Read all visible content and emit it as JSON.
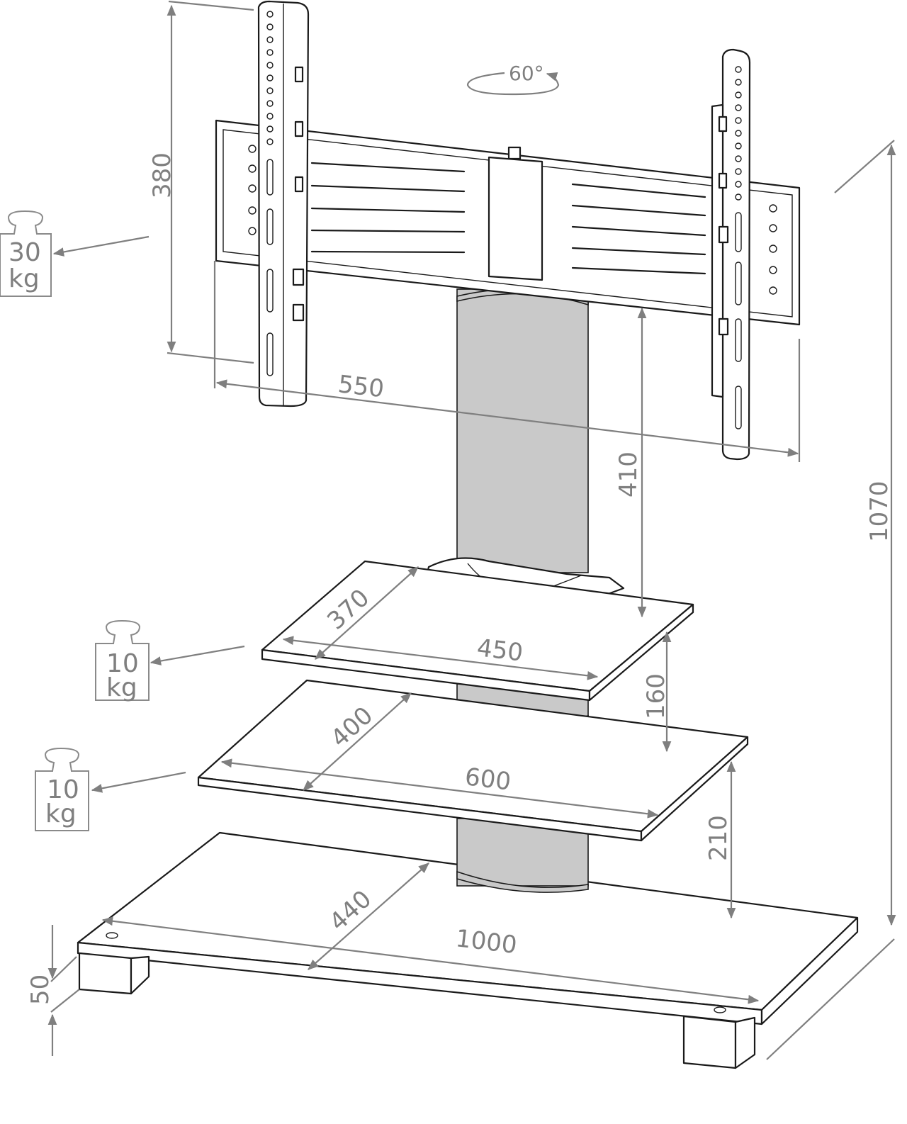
{
  "colors": {
    "line": "#1a1a1a",
    "dimension": "#7f7f7f",
    "column_fill": "#c9c9c9",
    "background": "#ffffff"
  },
  "dimensions": {
    "bracket_height": "380",
    "bracket_width": "550",
    "rotation": "60°",
    "column_to_shelf": "410",
    "total_height": "1070",
    "top_shelf_depth": "370",
    "top_shelf_width": "450",
    "shelf_gap_1": "160",
    "middle_shelf_depth": "400",
    "middle_shelf_width": "600",
    "shelf_gap_2": "210",
    "base_depth": "440",
    "base_width": "1000",
    "base_thickness": "50"
  },
  "loads": {
    "bracket": {
      "value": "30",
      "unit": "kg"
    },
    "top_shelf": {
      "value": "10",
      "unit": "kg"
    },
    "middle_shelf": {
      "value": "10",
      "unit": "kg"
    }
  }
}
